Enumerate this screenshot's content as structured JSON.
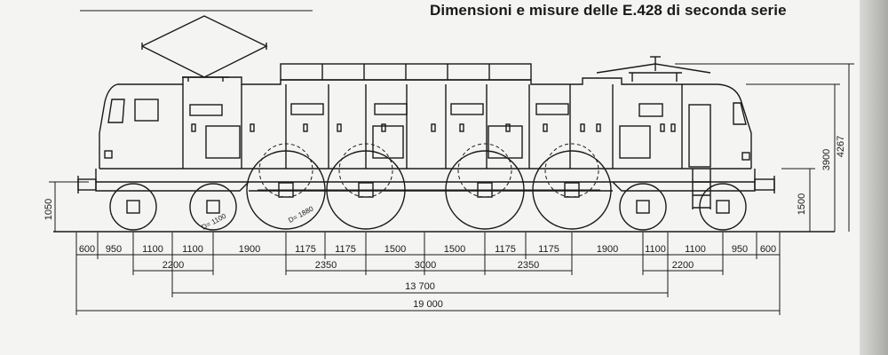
{
  "title": "Dimensioni e misure delle E.428 di seconda serie",
  "dimensions": {
    "row1": [
      "600",
      "950",
      "1100",
      "1100",
      "1900",
      "1175",
      "1175",
      "1500",
      "1500",
      "1175",
      "1175",
      "1900",
      "1100",
      "1100",
      "950",
      "600"
    ],
    "row2": [
      "2200",
      "2350",
      "3000",
      "2350",
      "2200"
    ],
    "bogie_distance": "13 700",
    "overall_length": "19 000",
    "buffer_height": "1050",
    "frame_height": "1500",
    "roof_height": "3900",
    "pantograph_height": "4267",
    "wheel_diameter": "D= 1880",
    "bogie_wheel_diameter": "D= 1100"
  }
}
